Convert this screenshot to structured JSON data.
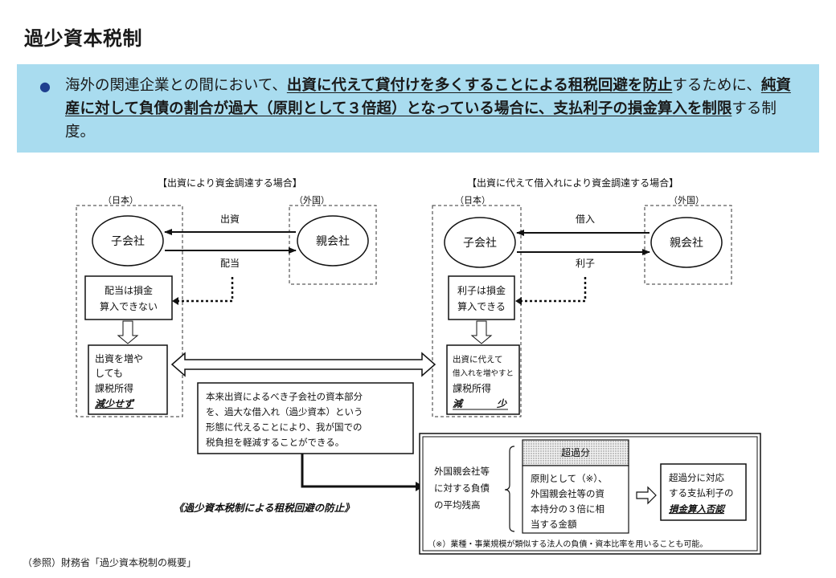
{
  "title": "過少資本税制",
  "summary": {
    "segments": [
      {
        "text": "海外の関連企業との間において、",
        "em": false
      },
      {
        "text": "出資に代えて貸付けを多くすることによる租税回避を防止",
        "em": true
      },
      {
        "text": "するために、",
        "em": false
      },
      {
        "text": "純資産に対して負債の割合が過大（原則として３倍超）となっている場合に、支払利子の損金算入を制限",
        "em": true
      },
      {
        "text": "する制度。",
        "em": false
      }
    ]
  },
  "diagram": {
    "left": {
      "heading": "【出資により資金調達する場合】",
      "japan_label": "（日本）",
      "foreign_label": "（外国）",
      "subsidiary": "子会社",
      "parent": "親会社",
      "flow_top": "出資",
      "flow_bottom": "配当",
      "note_line1": "配当は損金",
      "note_line2": "算入できない",
      "result_line1": "出資を増や",
      "result_line2": "しても",
      "result_line3": "課税所得",
      "result_line4": "減少せず"
    },
    "right": {
      "heading": "【出資に代えて借入れにより資金調達する場合】",
      "japan_label": "（日本）",
      "foreign_label": "（外国）",
      "subsidiary": "子会社",
      "parent": "親会社",
      "flow_top": "借入",
      "flow_bottom": "利子",
      "note_line1": "利子は損金",
      "note_line2": "算入できる",
      "result_line1": "出資に代えて",
      "result_line2": "借入れを増やすと",
      "result_line3": "課税所得",
      "result_line4a": "減",
      "result_line4b": "少"
    },
    "explanation": {
      "line1": "本来出資によるべき子会社の資本部分",
      "line2": "を、過大な借入れ（過少資本）という",
      "line3": "形態に代えることにより、我が国での",
      "line4": "税負担を軽減することができる。"
    },
    "caption": "《過少資本税制による租税回避の防止》",
    "rule": {
      "label_line1": "外国親会社等",
      "label_line2": "に対する負債",
      "label_line3": "の平均残高",
      "excess_label": "超過分",
      "base_line1": "原則として（※）、",
      "base_line2": "外国親会社等の資",
      "base_line3": "本持分の３倍に相",
      "base_line4": "当する金額",
      "result_line1": "超過分に対応",
      "result_line2": "する支払利子の",
      "result_line3": "損金算入否認",
      "footnote": "（※）業種・事業規模が類似する法人の負債・資本比率を用いることも可能。"
    }
  },
  "source": "（参照）財務省「過少資本税制の概要」",
  "colors": {
    "banner": "#a9dcef",
    "bullet": "#1f3f8f"
  }
}
